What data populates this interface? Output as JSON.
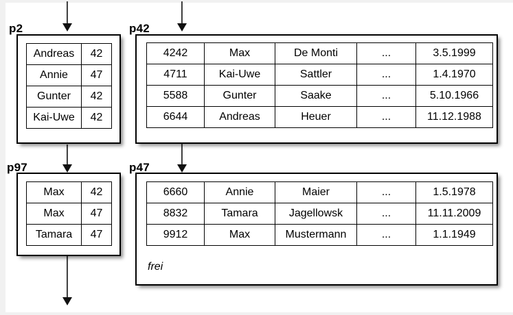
{
  "figure": {
    "title": "Hash index pages with directory chaining",
    "background_color": "#ffffff",
    "line_color": "#000000",
    "arrow_color": "#3a3a3a"
  },
  "blocks": [
    {
      "id": "p2",
      "label": "p2",
      "kind": "index-page",
      "columns": 2,
      "rows": [
        [
          "Andreas",
          "42"
        ],
        [
          "Annie",
          "47"
        ],
        [
          "Gunter",
          "42"
        ],
        [
          "Kai-Uwe",
          "42"
        ]
      ],
      "free_label": null
    },
    {
      "id": "p42",
      "label": "p42",
      "kind": "data-page",
      "columns": 5,
      "rows": [
        [
          "4242",
          "Max",
          "De Monti",
          "...",
          "3.5.1999"
        ],
        [
          "4711",
          "Kai-Uwe",
          "Sattler",
          "...",
          "1.4.1970"
        ],
        [
          "5588",
          "Gunter",
          "Saake",
          "...",
          "5.10.1966"
        ],
        [
          "6644",
          "Andreas",
          "Heuer",
          "...",
          "11.12.1988"
        ]
      ],
      "free_label": null
    },
    {
      "id": "p97",
      "label": "p97",
      "kind": "index-page",
      "columns": 2,
      "rows": [
        [
          "Max",
          "42"
        ],
        [
          "Max",
          "47"
        ],
        [
          "Tamara",
          "47"
        ]
      ],
      "free_label": null
    },
    {
      "id": "p47",
      "label": "p47",
      "kind": "data-page",
      "columns": 5,
      "rows": [
        [
          "6660",
          "Annie",
          "Maier",
          "...",
          "1.5.1978"
        ],
        [
          "8832",
          "Tamara",
          "Jagellowsk",
          "...",
          "11.11.2009"
        ],
        [
          "9912",
          "Max",
          "Mustermann",
          "...",
          "1.1.1949"
        ]
      ],
      "free_label": "frei"
    }
  ],
  "arrows": [
    {
      "name": "arrow-into-p2",
      "from": "top-of-figure",
      "to": "p2"
    },
    {
      "name": "arrow-into-p42",
      "from": "top-of-figure",
      "to": "p42"
    },
    {
      "name": "arrow-p2-to-p97",
      "from": "p2",
      "to": "p97"
    },
    {
      "name": "arrow-p42-to-p47",
      "from": "p42",
      "to": "p47"
    },
    {
      "name": "arrow-out-of-p97",
      "from": "p97",
      "to": "bottom-of-figure"
    }
  ]
}
